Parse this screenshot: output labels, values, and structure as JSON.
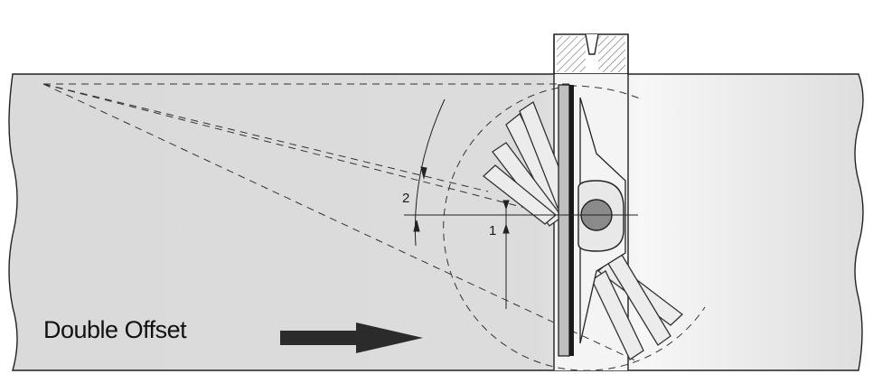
{
  "title": "Double Offset",
  "labels": {
    "offset_1": "1",
    "offset_2": "2"
  },
  "colors": {
    "pipe": "#dedede",
    "body": "#f2f2f2",
    "line": "#2a2a2a",
    "arrow": "#2b2b2b"
  },
  "icons": {
    "flow_direction": "arrow-right-icon"
  }
}
